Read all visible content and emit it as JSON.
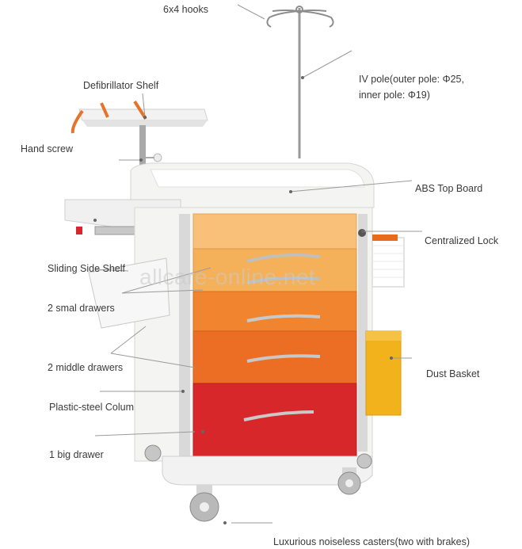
{
  "labels": {
    "hooks": "6x4 hooks",
    "defib": "Defibrillator Shelf",
    "hand_screw": "Hand screw",
    "iv_pole_line1": "IV pole(outer pole: Φ25,",
    "iv_pole_line2": "inner pole: Φ19)",
    "abs_top": "ABS Top Board",
    "lock": "Centralized Lock",
    "side_shelf": "Sliding Side Shelf",
    "small_drawers": "2 smal drawers",
    "middle_drawers": "2 middle drawers",
    "dust_basket": "Dust Basket",
    "column": "Plastic-steel Colum",
    "big_drawer": "1 big drawer",
    "casters": "Luxurious noiseless casters(two with brakes)"
  },
  "watermark": "allcare-online.net",
  "colors": {
    "drawer_small": "#f5b15a",
    "drawer_middle": "#ef7a2a",
    "drawer_big": "#d8272a",
    "basket": "#f2b21c",
    "frame": "#f4f4f2",
    "accent_strap": "#e5742a"
  }
}
